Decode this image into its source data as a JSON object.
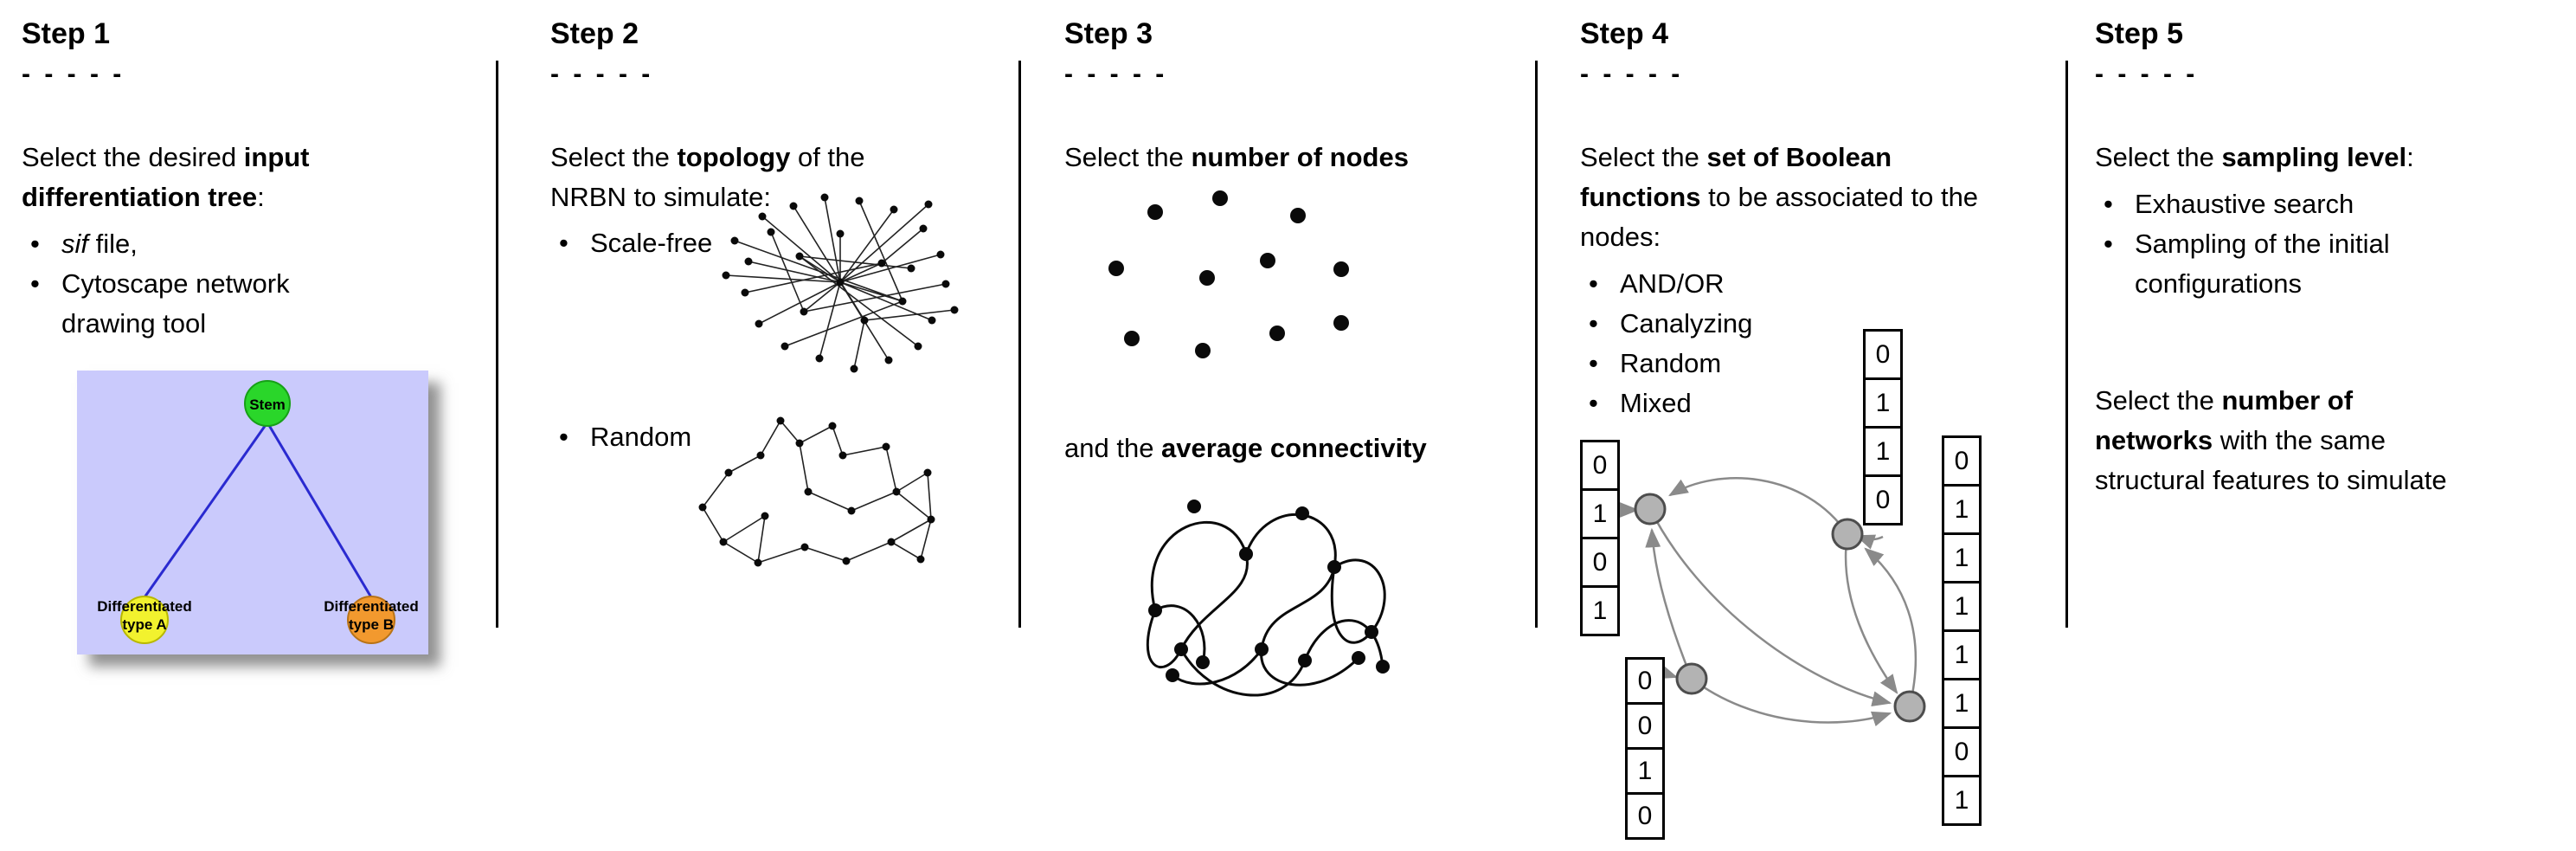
{
  "page": {
    "background": "#ffffff"
  },
  "steps": [
    {
      "title": "Step 1",
      "dashes": "- - - - -",
      "intro": [
        {
          "t": "Select the desired "
        },
        {
          "t": "input differentiation tree",
          "b": true
        },
        {
          "t": ":"
        }
      ],
      "bullets": [
        [
          {
            "t": "sif",
            "i": true
          },
          {
            "t": " file,"
          }
        ],
        [
          {
            "t": "Cytoscape network drawing tool"
          }
        ]
      ],
      "tree": {
        "background": "#cacafc",
        "edge_color": "#2a2ad0",
        "stem": {
          "label": "Stem",
          "color": "#2ad62a"
        },
        "type_a": {
          "label": [
            "Differentiated",
            "type A"
          ],
          "color": "#f2f22e"
        },
        "type_b": {
          "label": [
            "Differentiated",
            "type B"
          ],
          "color": "#f2992e"
        }
      }
    },
    {
      "title": "Step 2",
      "dashes": "- - - - -",
      "intro": [
        {
          "t": "Select the "
        },
        {
          "t": "topology",
          "b": true
        },
        {
          "t": " of the NRBN to simulate:"
        }
      ],
      "bullets": [
        [
          {
            "t": "Scale-free"
          }
        ],
        [
          {
            "t": "Random"
          }
        ]
      ]
    },
    {
      "title": "Step 3",
      "dashes": "- - - - -",
      "intro": [
        {
          "t": "Select the "
        },
        {
          "t": "number of nodes",
          "b": true
        }
      ],
      "intro2": [
        {
          "t": "and the "
        },
        {
          "t": "average connectivity",
          "b": true
        }
      ]
    },
    {
      "title": "Step 4",
      "dashes": "- - - - -",
      "intro": [
        {
          "t": "Select the "
        },
        {
          "t": "set of Boolean functions",
          "b": true
        },
        {
          "t": " to be associated to the nodes:"
        }
      ],
      "bullets": [
        [
          {
            "t": "AND/OR"
          }
        ],
        [
          {
            "t": "Canalyzing"
          }
        ],
        [
          {
            "t": "Random"
          }
        ],
        [
          {
            "t": "Mixed"
          }
        ]
      ],
      "truth_tables": {
        "left": [
          "0",
          "1",
          "0",
          "1"
        ],
        "top": [
          "0",
          "1",
          "1",
          "0"
        ],
        "bottom_left": [
          "0",
          "0",
          "1",
          "0"
        ],
        "right": [
          "0",
          "1",
          "1",
          "1",
          "1",
          "1",
          "0",
          "1"
        ]
      }
    },
    {
      "title": "Step 5",
      "dashes": "- - - - -",
      "intro": [
        {
          "t": "Select the "
        },
        {
          "t": "sampling level",
          "b": true
        },
        {
          "t": ":"
        }
      ],
      "bullets": [
        [
          {
            "t": "Exhaustive search"
          }
        ],
        [
          {
            "t": "Sampling of the initial configurations"
          }
        ]
      ],
      "intro2": [
        {
          "t": "Select the "
        },
        {
          "t": "number of networks",
          "b": true
        },
        {
          "t": " with the same structural features to simulate"
        }
      ]
    }
  ]
}
